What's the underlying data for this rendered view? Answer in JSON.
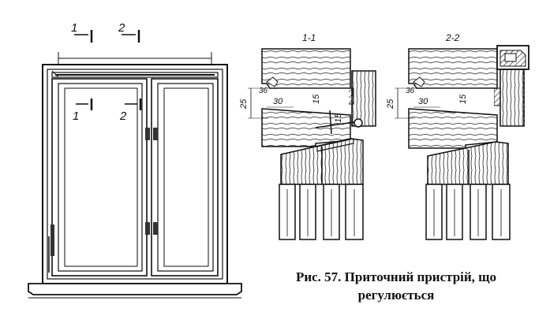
{
  "window_view": {
    "section_marks_top": [
      {
        "num": "1"
      },
      {
        "num": "2"
      }
    ],
    "section_marks_inner": [
      {
        "num": "1"
      },
      {
        "num": "2"
      }
    ]
  },
  "section_1": {
    "title": "1-1",
    "dims": {
      "d36": "36",
      "d30": "30",
      "d25": "25",
      "d15a": "15",
      "d15b": "15"
    }
  },
  "section_2": {
    "title": "2-2",
    "dims": {
      "d36": "36",
      "d30": "30",
      "d25": "25",
      "d15a": "15"
    }
  },
  "caption": {
    "line1": "Рис. 57. Приточний пристрій, що",
    "line2": "регулюється"
  }
}
